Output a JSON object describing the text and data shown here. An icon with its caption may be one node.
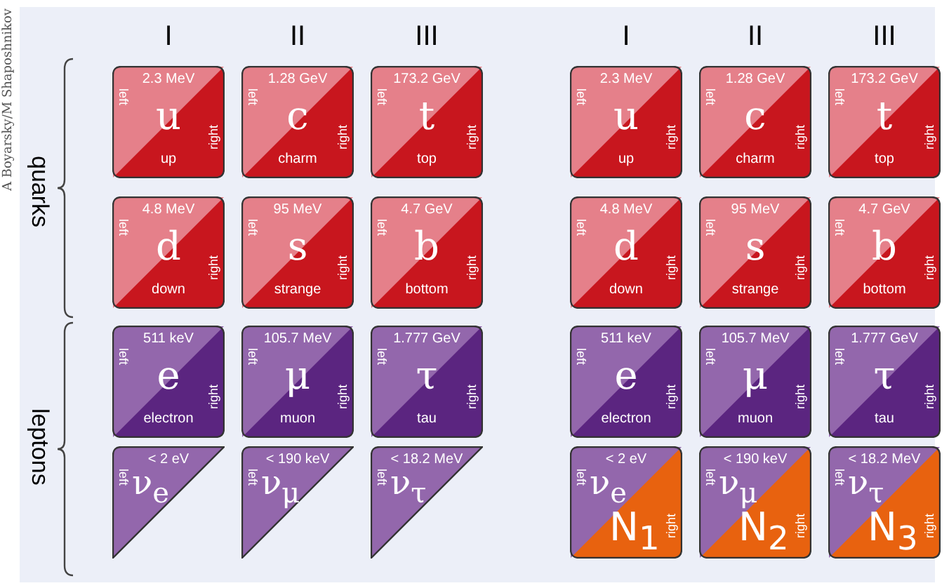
{
  "diagram": {
    "nodes": [
      {
        "text": [
          "2.3 MeV",
          "left",
          "u",
          "up",
          "right"
        ]
      },
      {
        "text": [
          "1.28 GeV",
          "left",
          "c",
          "charm",
          "right"
        ]
      },
      {
        "text": [
          "173.2 GeV",
          "left",
          "t",
          "top",
          "right"
        ]
      },
      {
        "text": [
          "2.3 MeV",
          "left",
          "u",
          "up",
          "right"
        ]
      },
      {
        "text": [
          "1.28 GeV",
          "left",
          "c",
          "charm",
          "right"
        ]
      },
      {
        "text": [
          "173.2 GeV",
          "left",
          "t",
          "top",
          "right"
        ]
      },
      {
        "text": [
          "4.8 MeV",
          "left",
          "d",
          "down",
          "right"
        ]
      },
      {
        "text": [
          "95 MeV",
          "left",
          "s",
          "strange",
          "right"
        ]
      },
      {
        "text": [
          "4.7 GeV",
          "left",
          "b",
          "bottom",
          "right"
        ]
      },
      {
        "text": [
          "4.8 MeV",
          "left",
          "d",
          "down",
          "right"
        ]
      },
      {
        "text": [
          "95 MeV",
          "left",
          "s",
          "strange",
          "right"
        ]
      },
      {
        "text": [
          "4.7 GeV",
          "left",
          "b",
          "bottom",
          "right"
        ]
      },
      {
        "text": [
          "511 keV",
          "left",
          "e",
          "electron",
          "right"
        ]
      },
      {
        "text": [
          "105.7 MeV",
          "left",
          "μ",
          "muon",
          "right"
        ]
      },
      {
        "text": [
          "1.777 GeV",
          "left",
          "τ",
          "tau",
          "right"
        ]
      },
      {
        "text": [
          "511 keV",
          "left",
          "e",
          "electron",
          "right"
        ]
      },
      {
        "text": [
          "105.7 MeV",
          "left",
          "μ",
          "muon",
          "right"
        ]
      },
      {
        "text": [
          "1.777 GeV",
          "left",
          "τ",
          "tau",
          "right"
        ]
      },
      {
        "text": [
          "< 2 eV",
          "left",
          "ν$_{e}$"
        ]
      },
      {
        "text": [
          "< 190 keV",
          "left",
          "ν$_{μ}$"
        ]
      },
      {
        "text": [
          "< 18.2 MeV",
          "left",
          "ν$_{τ}$"
        ]
      },
      {
        "text": [
          "< 2 eV",
          "left",
          "ν$_{e}$",
          "N$_{1}$",
          "right"
        ]
      },
      {
        "text": [
          "< 190 keV",
          "left",
          "ν$_{μ}$",
          "N$_{2}$",
          "right"
        ]
      },
      {
        "text": [
          "< 18.2 MeV",
          "left",
          "ν$_{τ}$",
          "N$_{3}$",
          "right"
        ]
      }
    ],
    "labels": [
      "A Boyarsky/M Shaposhnikov",
      "I",
      "II",
      "III",
      "I",
      "II",
      "III",
      "quarks",
      "leptons"
    ]
  }
}
